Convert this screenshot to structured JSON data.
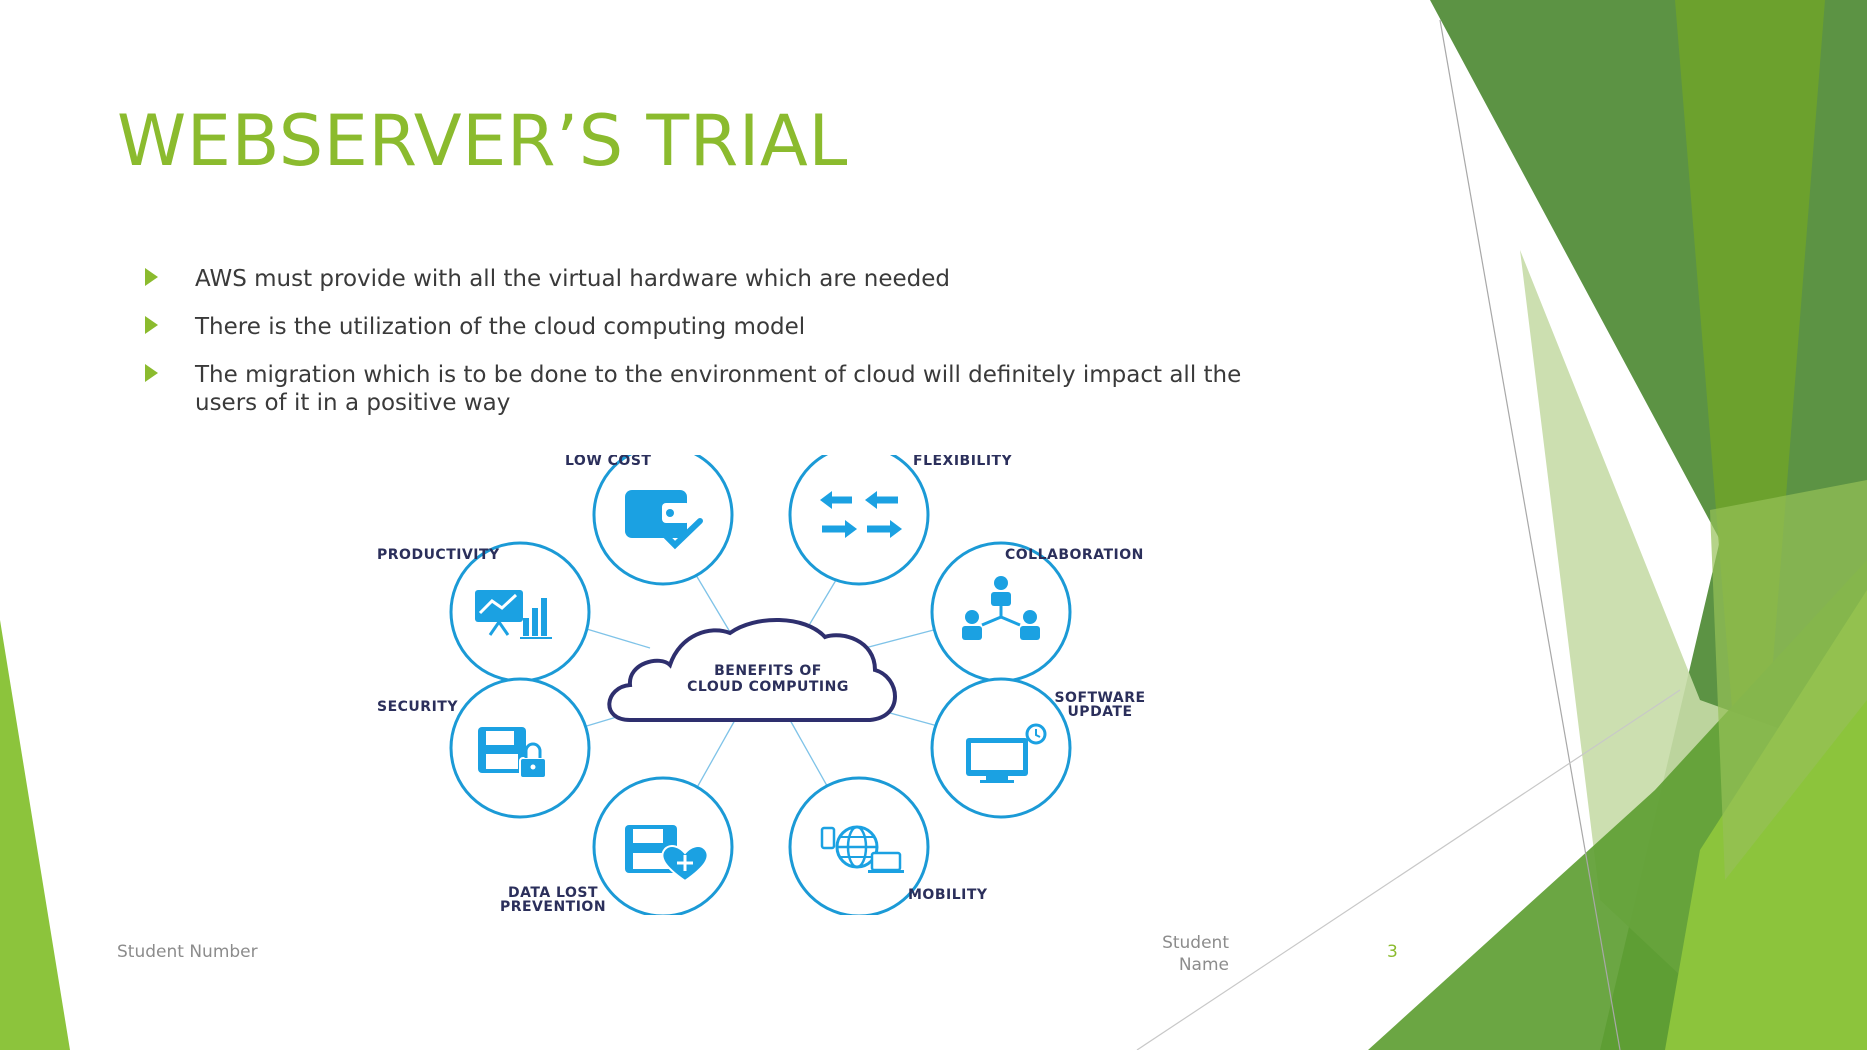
{
  "slide": {
    "title": "WEBSERVER’S TRIAL",
    "bullets": [
      "AWS must provide with all the virtual hardware which are needed",
      "There is the utilization of the cloud computing model",
      "The migration which is to be done to the environment of cloud will definitely impact all the users of it in a positive way"
    ],
    "footer": {
      "left": "Student Number",
      "middle_line1": "Student",
      "middle_line2": "Name",
      "page_number": "3"
    }
  },
  "diagram": {
    "center_line1": "BENEFITS OF",
    "center_line2": "CLOUD COMPUTING",
    "benefits": {
      "low_cost": "LOW COST",
      "flexibility": "FLEXIBILITY",
      "productivity": "PRODUCTIVITY",
      "collaboration": "COLLABORATION",
      "security": "SECURITY",
      "software_update_line1": "SOFTWARE",
      "software_update_line2": "UPDATE",
      "data_lost_line1": "DATA LOST",
      "data_lost_line2": "PREVENTION",
      "mobility": "MOBILITY"
    }
  },
  "colors": {
    "accent_green": "#8bbb2e",
    "icon_blue": "#1ba1e2",
    "label_navy": "#2b2f5b",
    "text_gray": "#3a3a3a"
  }
}
